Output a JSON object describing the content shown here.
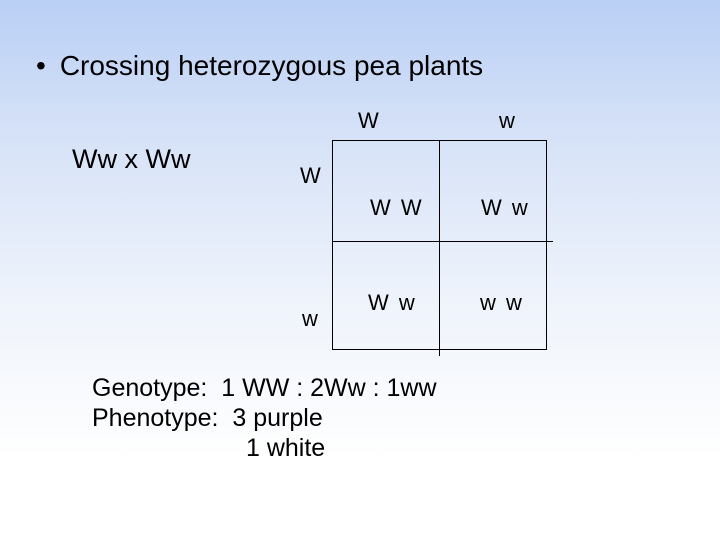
{
  "slide": {
    "bullet": "•",
    "title": "Crossing heterozygous pea plants",
    "cross": "Ww x Ww"
  },
  "punnett": {
    "top_alleles": [
      "W",
      "w"
    ],
    "left_alleles": [
      "W",
      "w"
    ],
    "cells": [
      [
        "W W",
        "W w"
      ],
      [
        "W w",
        "w w"
      ]
    ]
  },
  "summary": {
    "genotype": "Genotype:  1 WW : 2Ww : 1ww",
    "phenotype": "Phenotype:  3 purple",
    "phenotype_2": "1 white"
  }
}
